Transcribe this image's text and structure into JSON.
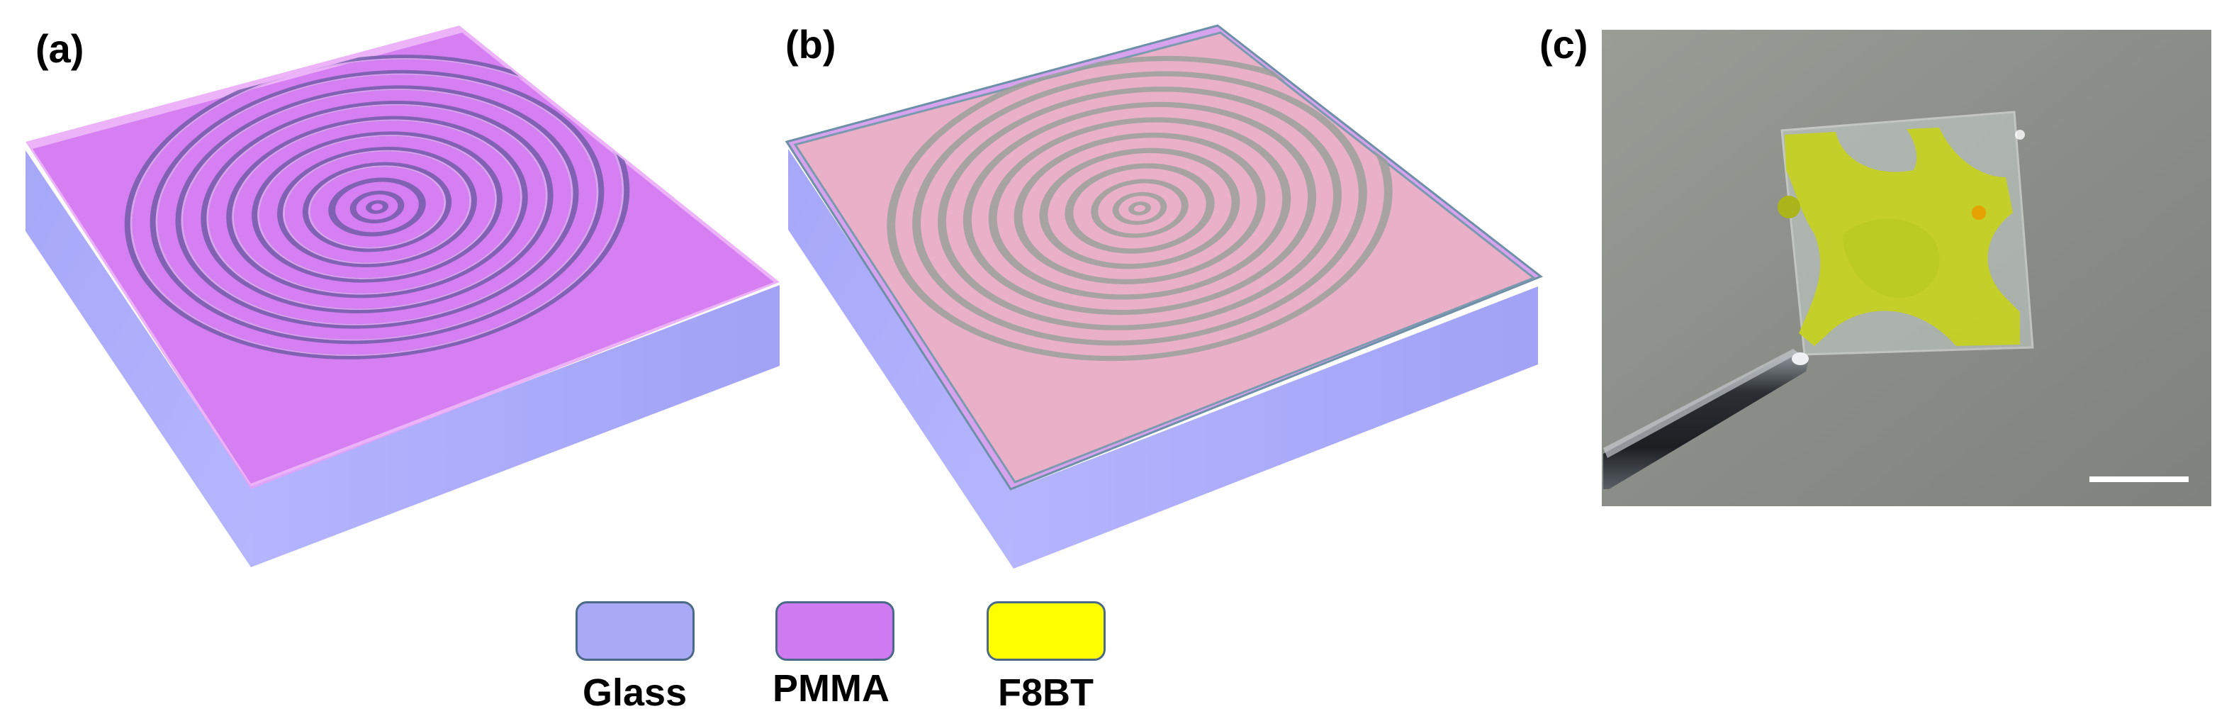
{
  "panels": {
    "a": "(a)",
    "b": "(b)",
    "c": "(c)"
  },
  "legend": [
    {
      "label": "Glass",
      "color": "#a9a9f5"
    },
    {
      "label": "PMMA",
      "color": "#d07af2"
    },
    {
      "label": "F8BT",
      "color": "#ffff00"
    }
  ],
  "colors": {
    "glass_side": "#a8a8fb",
    "glass_front": "#b3b3ff",
    "pmma_top": "#da82f5",
    "f8bt_top": "#e8a8cc",
    "photo_background": "#8e918b",
    "scale_bar": "#ffffff"
  },
  "icons": [
    "circular-grating",
    "tweezers",
    "sample-chip",
    "scale-bar"
  ]
}
